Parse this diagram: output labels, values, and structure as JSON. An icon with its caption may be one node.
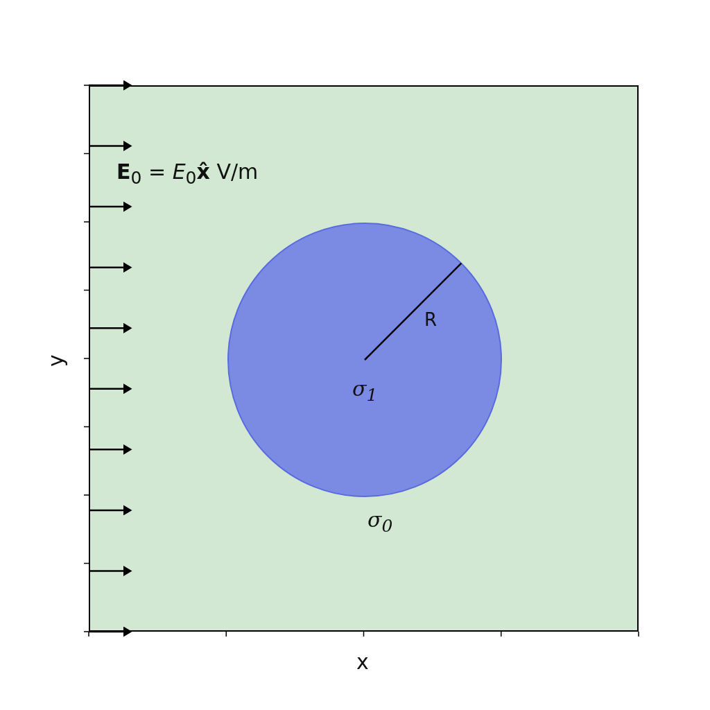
{
  "diagram": {
    "nodes": [
      {
        "text": [
          "σ$_{0}$"
        ]
      },
      {
        "text": [
          "σ$_{1}$"
        ],
        "in": 0
      }
    ],
    "labels": [
      "**E**$_{0}$ = *E*$_{0}$**x̂** V/m",
      "R",
      "x",
      "y"
    ]
  }
}
